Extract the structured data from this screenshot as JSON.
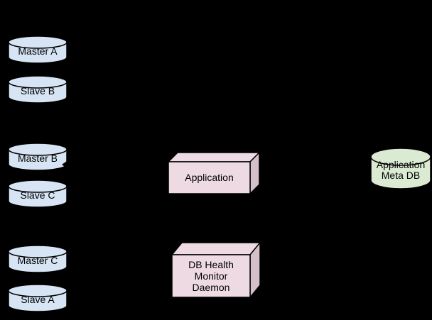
{
  "colors": {
    "background": "#000000",
    "db_fill": "#d6e4f4",
    "box_fill": "#eedae3",
    "box_side_fill": "#d5bfca",
    "meta_db_fill": "#dbead3",
    "stroke": "#000000",
    "text": "#000000"
  },
  "databases": [
    {
      "label": "Master A"
    },
    {
      "label": "Slave B"
    },
    {
      "label": "Master B"
    },
    {
      "label": "Slave C"
    },
    {
      "label": "Master C"
    },
    {
      "label": "Slave A"
    }
  ],
  "application_box": {
    "label": "Application"
  },
  "daemon_box": {
    "line1": "DB Health",
    "line2": "Monitor",
    "line3": "Daemon"
  },
  "meta_db": {
    "line1": "Application",
    "line2": "Meta DB"
  }
}
